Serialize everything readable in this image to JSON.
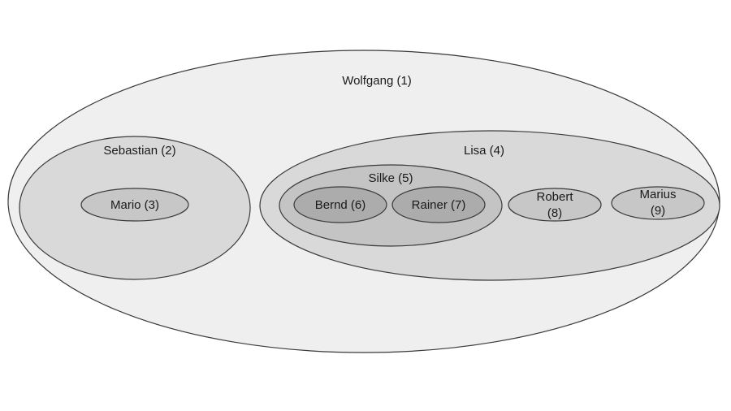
{
  "diagram": {
    "nodes": {
      "wolfgang": {
        "label": "Wolfgang (1)",
        "fill": "#efefef"
      },
      "sebastian": {
        "label": "Sebastian (2)",
        "fill": "#d9d9d9"
      },
      "mario": {
        "label": "Mario (3)",
        "fill": "#c7c7c7"
      },
      "lisa": {
        "label": "Lisa (4)",
        "fill": "#d9d9d9"
      },
      "silke": {
        "label": "Silke (5)",
        "fill": "#c4c4c4"
      },
      "bernd": {
        "label": "Bernd (6)",
        "fill": "#acacac"
      },
      "rainer": {
        "label": "Rainer (7)",
        "fill": "#acacac"
      },
      "robert": {
        "label_line1": "Robert",
        "label_line2": "(8)",
        "fill": "#c7c7c7"
      },
      "marius": {
        "label_line1": "Marius",
        "label_line2": "(9)",
        "fill": "#c7c7c7"
      }
    }
  }
}
